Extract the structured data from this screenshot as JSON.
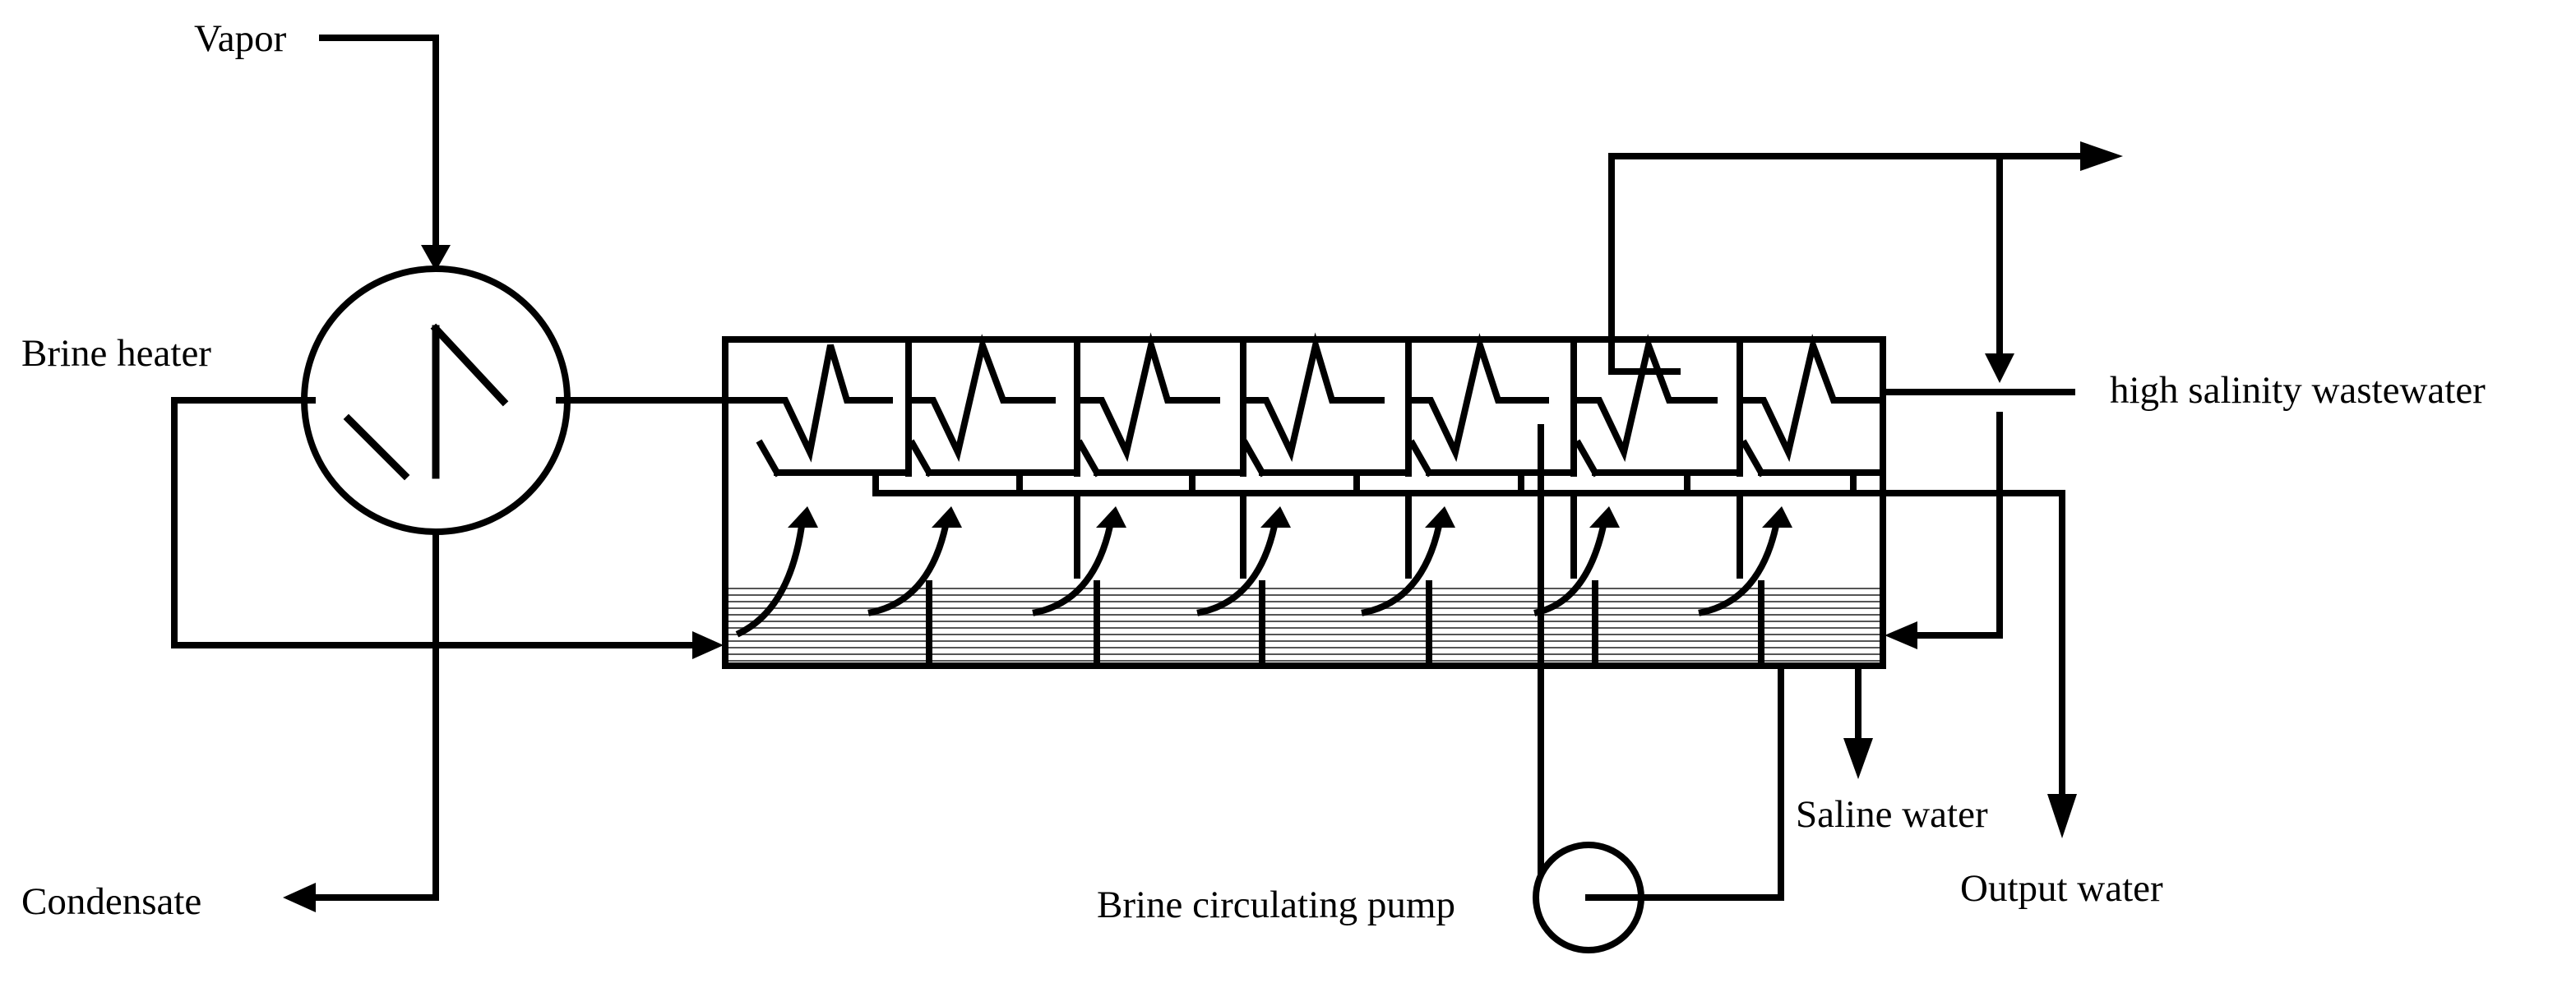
{
  "labels": {
    "vapor": "Vapor",
    "brine_heater": "Brine heater",
    "condensate": "Condensate",
    "high_salinity_wastewater": "high salinity wastewater",
    "saline_water": "Saline water",
    "output_water": "Output water",
    "brine_circulating_pump": "Brine circulating pump"
  },
  "stage_count": 7,
  "colors": {
    "line": "#000000",
    "background": "#ffffff",
    "brine_hatch": "#555555"
  }
}
